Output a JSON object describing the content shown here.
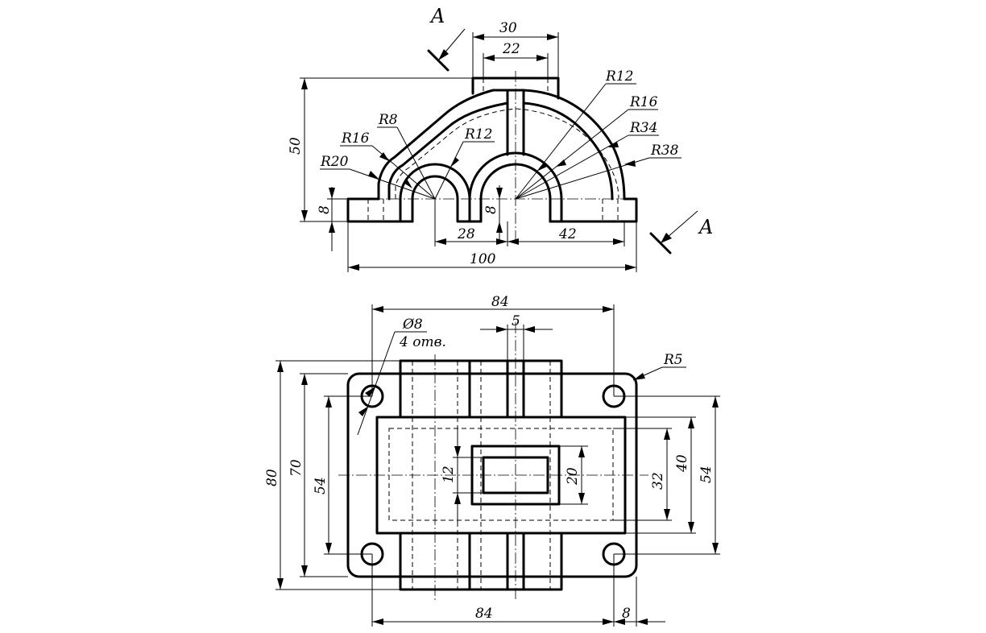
{
  "section": {
    "cut_label": "A"
  },
  "front_view": {
    "dim_30": "30",
    "dim_22": "22",
    "dim_50": "50",
    "dim_8_left": "8",
    "dim_8_mid": "8",
    "dim_28": "28",
    "dim_42": "42",
    "dim_100": "100",
    "r8": "R8",
    "r16_left": "R16",
    "r20": "R20",
    "r12_left": "R12",
    "r12_right": "R12",
    "r16_right": "R16",
    "r34": "R34",
    "r38": "R38"
  },
  "top_view": {
    "dim_84_top": "84",
    "dim_5": "5",
    "hole_dia": "Ø8",
    "hole_count": "4  отв.",
    "r5": "R5",
    "dim_80": "80",
    "dim_70": "70",
    "dim_54_left": "54",
    "dim_12": "12",
    "dim_20": "20",
    "dim_32": "32",
    "dim_40": "40",
    "dim_54_right": "54",
    "dim_84_bottom": "84",
    "dim_8_bottom": "8"
  }
}
